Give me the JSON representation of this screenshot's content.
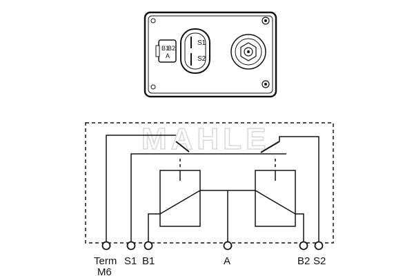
{
  "connector_view": {
    "small_plug_labels": [
      "B1",
      "B2",
      "A"
    ],
    "main_plug_labels": [
      "S1",
      "S2"
    ]
  },
  "watermark": "MAHLE",
  "terminals": [
    {
      "id": "term",
      "label": "Term"
    },
    {
      "id": "s1",
      "label": "S1"
    },
    {
      "id": "b1",
      "label": "B1"
    },
    {
      "id": "a",
      "label": "A"
    },
    {
      "id": "b2",
      "label": "B2"
    },
    {
      "id": "s2",
      "label": "S2"
    }
  ],
  "term_sublabel": "M6"
}
